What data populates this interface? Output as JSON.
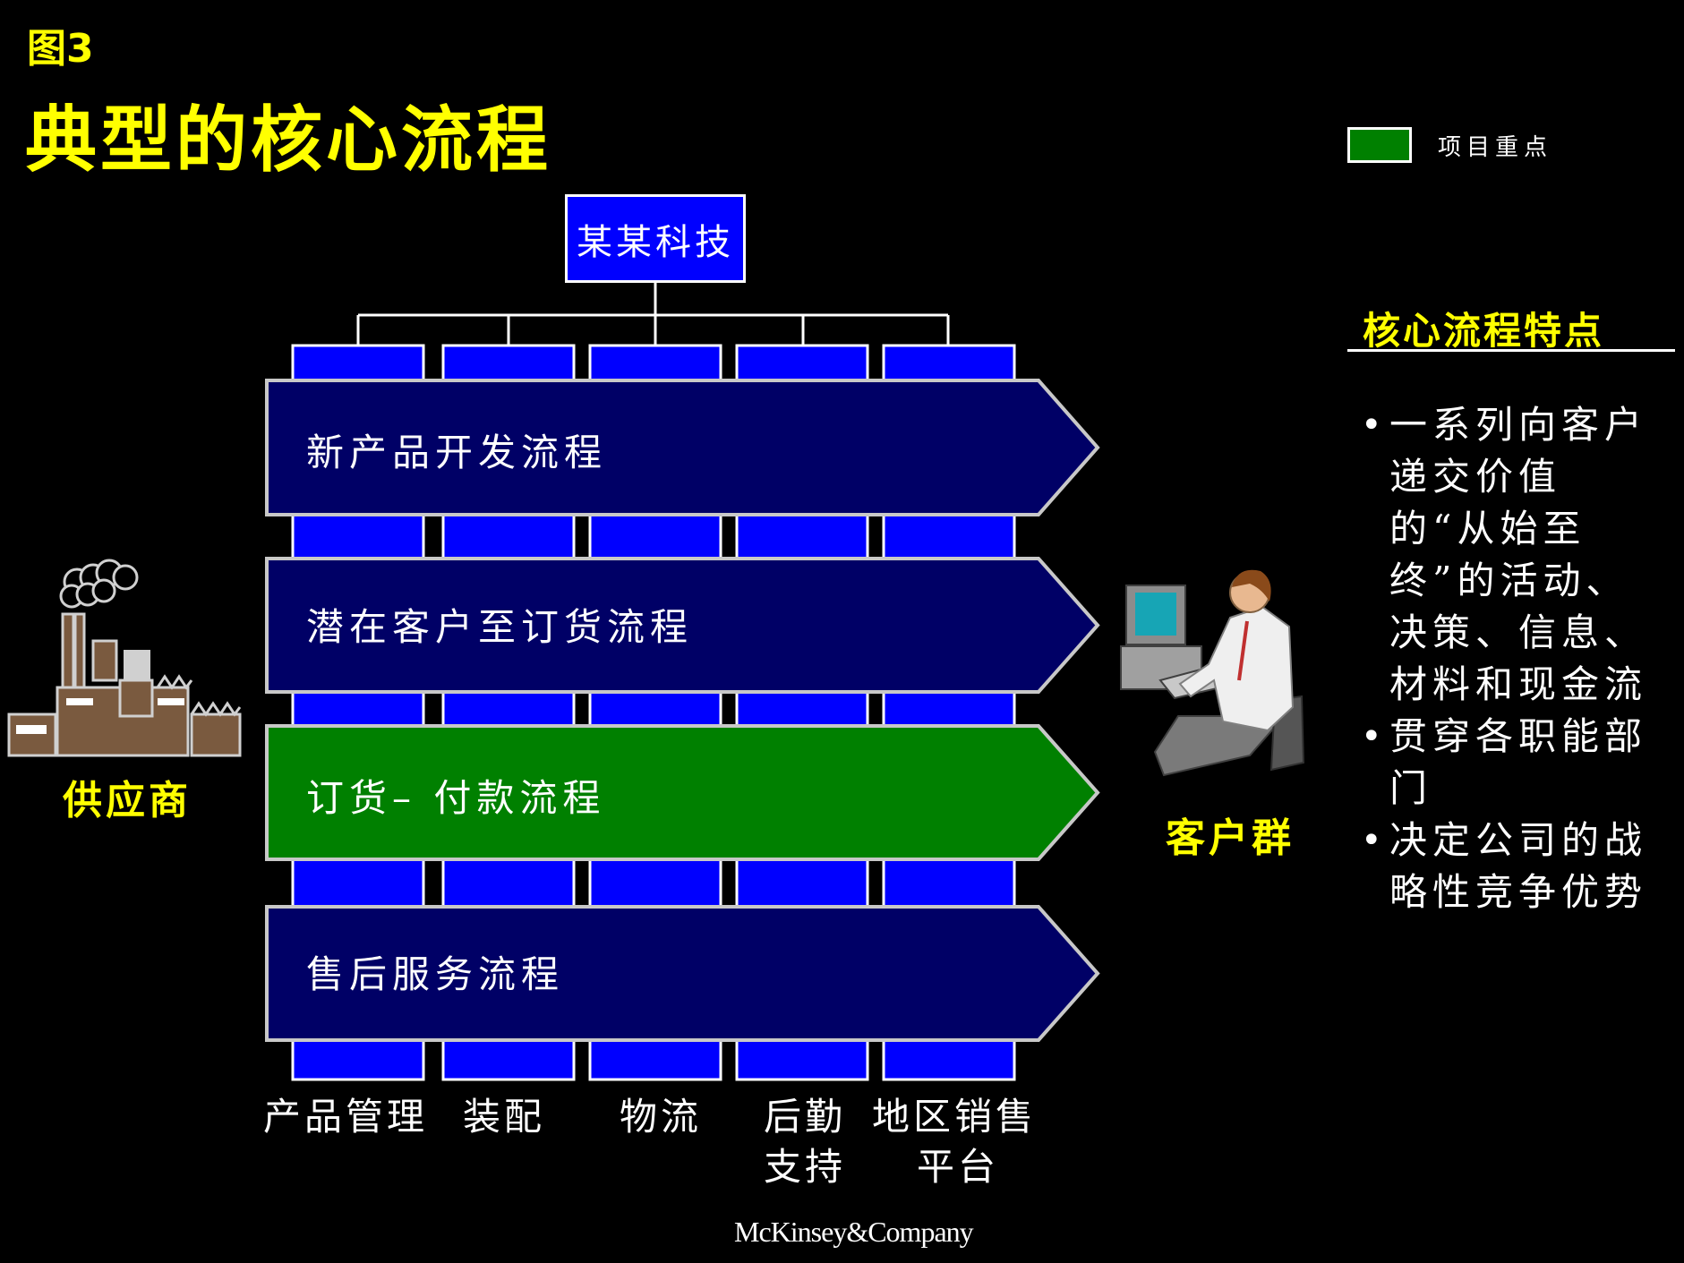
{
  "header": {
    "figure_label": "图3",
    "title": "典型的核心流程"
  },
  "legend": {
    "swatch_color": "#008000",
    "label": "项目重点"
  },
  "company": {
    "name": "某某科技"
  },
  "processes": [
    {
      "label": "新产品开发流程",
      "color": "#000066",
      "highlighted": false
    },
    {
      "label": "潜在客户至订货流程",
      "color": "#000066",
      "highlighted": false
    },
    {
      "label": "订货– 付款流程",
      "color": "#008000",
      "highlighted": true
    },
    {
      "label": "售后服务流程",
      "color": "#000066",
      "highlighted": false
    }
  ],
  "functions": [
    {
      "line1": "产品管理",
      "line2": ""
    },
    {
      "line1": "装配",
      "line2": ""
    },
    {
      "line1": "物流",
      "line2": ""
    },
    {
      "line1": "后勤",
      "line2": "支持"
    },
    {
      "line1": "地区销售",
      "line2": "平台"
    }
  ],
  "supplier": {
    "label": "供应商",
    "icon": "factory-icon"
  },
  "customer": {
    "label": "客户群",
    "icon": "computer-user-icon"
  },
  "features": {
    "title": "核心流程特点",
    "items": [
      "一系列向客户递交价值的“从始至终”的活动、决策、信息、材料和现金流",
      "贯穿各职能部门",
      "决定公司的战略性竞争优势"
    ]
  },
  "colors": {
    "background": "#000000",
    "title": "#FFFF00",
    "function_column": "#0000FF",
    "process_arrow": "#000066",
    "highlight": "#008000"
  },
  "footer": {
    "brand": "McKinsey&Company"
  }
}
